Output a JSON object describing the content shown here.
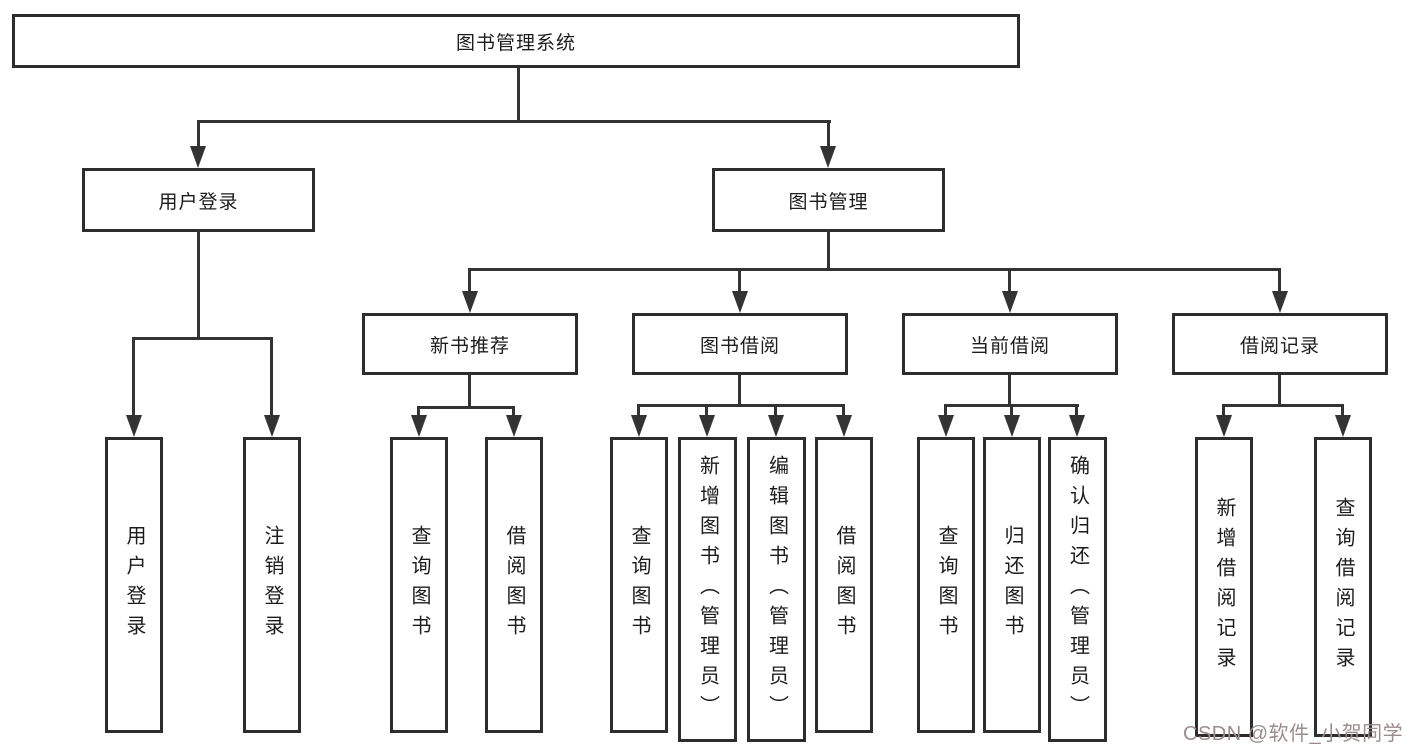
{
  "tree": {
    "label": "图书管理系统",
    "children": [
      {
        "label": "用户登录",
        "children": [
          {
            "label": "用户登录"
          },
          {
            "label": "注销登录"
          }
        ]
      },
      {
        "label": "图书管理",
        "children": [
          {
            "label": "新书推荐",
            "children": [
              {
                "label": "查询图书"
              },
              {
                "label": "借阅图书"
              }
            ]
          },
          {
            "label": "图书借阅",
            "children": [
              {
                "label": "查询图书"
              },
              {
                "label": "新增图书（管理员）"
              },
              {
                "label": "编辑图书（管理员）"
              },
              {
                "label": "借阅图书"
              }
            ]
          },
          {
            "label": "当前借阅",
            "children": [
              {
                "label": "查询图书"
              },
              {
                "label": "归还图书"
              },
              {
                "label": "确认归还（管理员）"
              }
            ]
          },
          {
            "label": "借阅记录",
            "children": [
              {
                "label": "新增借阅记录"
              },
              {
                "label": "查询借阅记录"
              }
            ]
          }
        ]
      }
    ]
  },
  "watermark": {
    "text": "CSDN @软件_小贺同学"
  },
  "colors": {
    "line": "#333333",
    "box_border": "#2d2d2d",
    "background": "#ffffff",
    "watermark": "#9b8d8d"
  }
}
